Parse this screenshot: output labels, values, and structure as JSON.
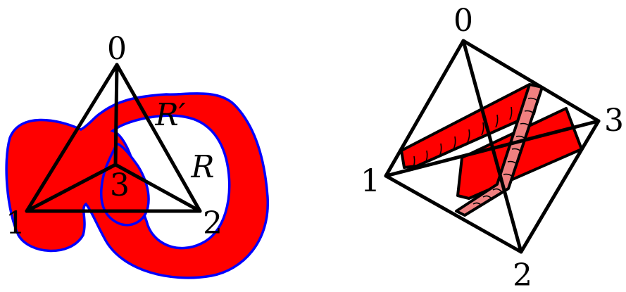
{
  "colors": {
    "region_fill": "#ff0000",
    "region_outline": "#0000ff",
    "tube_fill": "#f08080",
    "edge_stroke": "#000000",
    "background": "#ffffff"
  },
  "left_diagram": {
    "vertex_labels": {
      "v0": "0",
      "v1": "1",
      "v2": "2",
      "v3": "3"
    },
    "region_labels": {
      "inner": "R",
      "outer": "R′"
    }
  },
  "right_diagram": {
    "vertex_labels": {
      "v0": "0",
      "v1": "1",
      "v2": "2",
      "v3": "3"
    }
  }
}
